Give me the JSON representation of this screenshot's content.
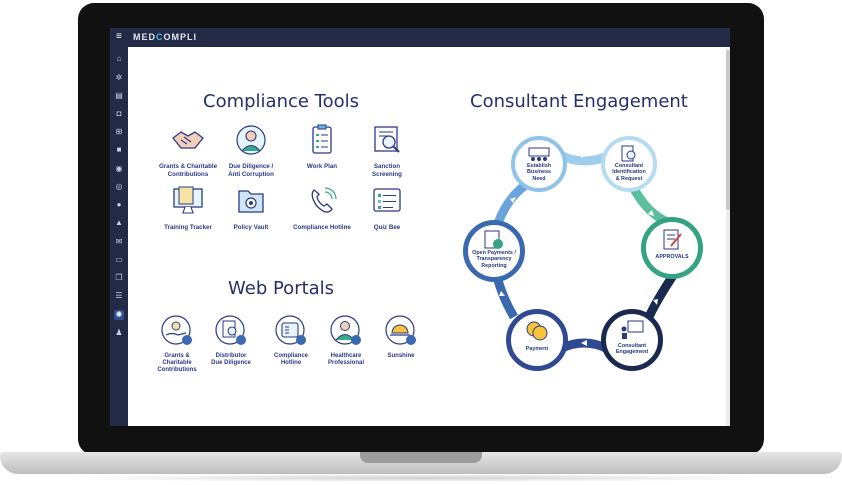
{
  "app": {
    "logo_prefix": "MED",
    "logo_c": "C",
    "logo_suffix": "OMPLI",
    "menu_icon": "≡"
  },
  "sidebar": {
    "icons": [
      "home-icon",
      "settings-icon",
      "document-icon",
      "camera-icon",
      "add-box-icon",
      "briefcase-icon",
      "eye-icon",
      "target-icon",
      "send-icon",
      "graduation-icon",
      "mail-icon",
      "id-card-icon",
      "copy-icon",
      "list-icon",
      "lightbulb-icon",
      "user-icon"
    ],
    "active_index": 14
  },
  "compliance_tools": {
    "title": "Compliance Tools",
    "items": [
      {
        "label_1": "Grants & Charitable",
        "label_2": "Contributions",
        "icon": "handshake-icon"
      },
      {
        "label_1": "Due Diligence /",
        "label_2": "Anti Corruption",
        "icon": "person-icon"
      },
      {
        "label_1": "Work Plan",
        "label_2": "",
        "icon": "checklist-icon"
      },
      {
        "label_1": "Sanction",
        "label_2": "Screening",
        "icon": "magnifier-icon"
      },
      {
        "label_1": "Training Tracker",
        "label_2": "",
        "icon": "monitor-icon"
      },
      {
        "label_1": "Policy Vault",
        "label_2": "",
        "icon": "folder-gear-icon"
      },
      {
        "label_1": "Compliance Hotline",
        "label_2": "",
        "icon": "phone-icon"
      },
      {
        "label_1": "Quiz Bee",
        "label_2": "",
        "icon": "quiz-icon"
      }
    ]
  },
  "web_portals": {
    "title": "Web Portals",
    "items": [
      {
        "label_1": "Grants &",
        "label_2": "Charitable",
        "label_3": "Contributions",
        "icon": "money-hand-icon"
      },
      {
        "label_1": "Distributor",
        "label_2": "Due Diligence",
        "label_3": "",
        "icon": "document-search-icon"
      },
      {
        "label_1": "Compliance",
        "label_2": "Hotline",
        "label_3": "",
        "icon": "desk-phone-icon"
      },
      {
        "label_1": "Healthcare",
        "label_2": "Professional",
        "label_3": "",
        "icon": "doctor-icon"
      },
      {
        "label_1": "Sunshine",
        "label_2": "",
        "label_3": "",
        "icon": "sunrise-icon"
      }
    ]
  },
  "consultant_engagement": {
    "title": "Consultant Engagement",
    "steps": [
      {
        "label_1": "Establish",
        "label_2": "Business",
        "label_3": "Need",
        "color": "#8fc3ea",
        "icon": "meeting-icon"
      },
      {
        "label_1": "Consultant",
        "label_2": "Identification",
        "label_3": "& Request",
        "color": "#b5dbf2",
        "icon": "document-magnifier-icon"
      },
      {
        "label_1": "APPROVALS",
        "label_2": "",
        "label_3": "",
        "color": "#35a383",
        "icon": "signature-icon"
      },
      {
        "label_1": "Consultant",
        "label_2": "Engagement",
        "label_3": "",
        "color": "#1a2a4f",
        "icon": "presenter-icon"
      },
      {
        "label_1": "Payment",
        "label_2": "",
        "label_3": "",
        "color": "#2f4a93",
        "icon": "coins-icon"
      },
      {
        "label_1": "Open Payments /",
        "label_2": "Transparency",
        "label_3": "Reporting",
        "color": "#3b69b0",
        "icon": "report-icon"
      }
    ]
  }
}
